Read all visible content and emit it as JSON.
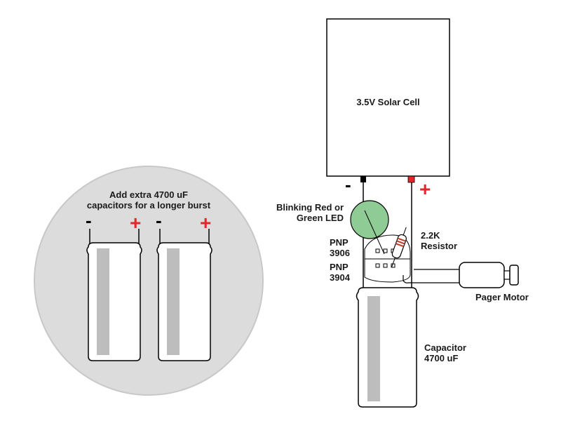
{
  "solar_cell": {
    "label": "3.5V Solar Cell"
  },
  "main_minus": "-",
  "main_plus": "+",
  "led": {
    "line1": "Blinking Red or",
    "line2": "Green LED"
  },
  "pnp_top": {
    "line1": "PNP",
    "line2": "3906"
  },
  "pnp_bottom": {
    "line1": "PNP",
    "line2": "3904"
  },
  "resistor": {
    "line1": "2.2K",
    "line2": "Resistor"
  },
  "motor": {
    "label": "Pager Motor"
  },
  "capacitor": {
    "line1": "Capacitor",
    "line2": "4700 uF"
  },
  "inset": {
    "line1": "Add extra 4700 uF",
    "line2": "capacitors for a longer burst",
    "cap1_minus": "-",
    "cap1_plus": "+",
    "cap2_minus": "-",
    "cap2_plus": "+"
  },
  "colors": {
    "plus_red": "#e3262c",
    "led_green": "#8fcb95",
    "inset_bg": "#dcdcdc",
    "cap_stripe": "#bdbdbd"
  }
}
